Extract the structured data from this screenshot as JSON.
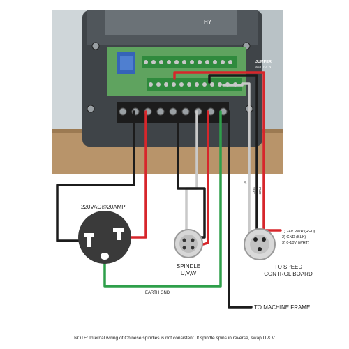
{
  "photo": {
    "hy_badge": "HY",
    "jumper_label": "JUMPER",
    "jumper_setting": "SET TO \"N\"",
    "wire_marks": [
      "S",
      "SWT",
      "PWR"
    ]
  },
  "labels": {
    "outlet": "220VAC@20AMP",
    "spindle_title": "SPINDLE",
    "spindle_pins": "U,V,W",
    "control_pins": [
      "1) 24V PWR (RED)",
      "2) GND (BLK)",
      "3) 0-10V (WHT)"
    ],
    "control_title_1": "TO SPEED",
    "control_title_2": "CONTROL BOARD",
    "earth": "EARTH GND",
    "machine_frame": "TO MACHINE FRAME",
    "note": "NOTE: Internal wiring of Chinese spindles is not consistent. If spindle spins in reverse, swap U & V"
  },
  "colors": {
    "wire_red": "#d7262b",
    "wire_black": "#1c1c1c",
    "wire_white": "#c9c9c9",
    "wire_green": "#2e9f4a",
    "terminal_green": "#4caf6a",
    "vfd_body": "#3f4448",
    "bench": "#b8946a"
  }
}
